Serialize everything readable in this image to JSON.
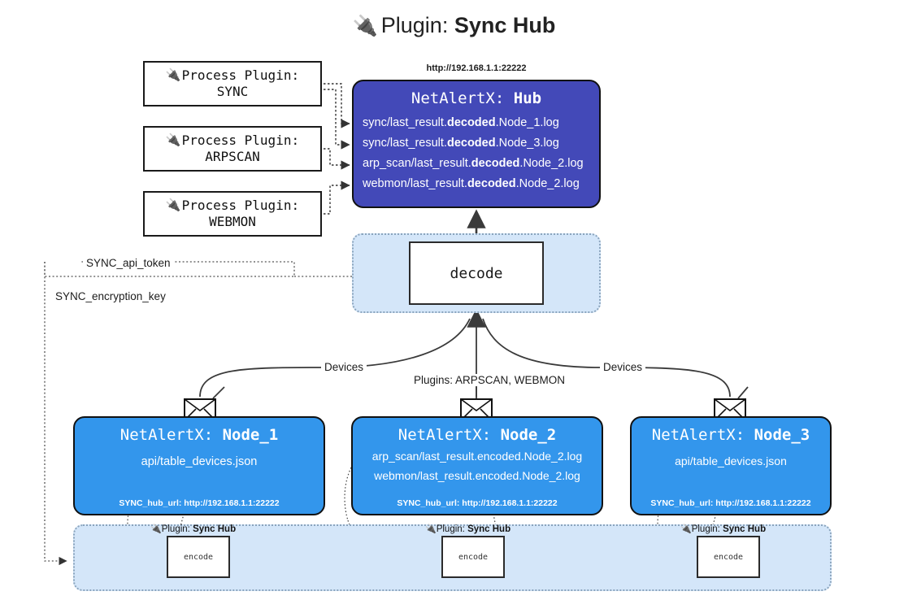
{
  "title": {
    "icon": "plug-icon",
    "prefix": "Plugin: ",
    "name": "Sync Hub"
  },
  "process_plugins": [
    {
      "icon": "plug-icon",
      "header": "Process Plugin:",
      "name": "SYNC"
    },
    {
      "icon": "plug-icon",
      "header": "Process Plugin:",
      "name": "ARPSCAN"
    },
    {
      "icon": "plug-icon",
      "header": "Process Plugin:",
      "name": "WEBMON"
    }
  ],
  "hub": {
    "url": "http://192.168.1.1:22222",
    "title_prefix": "NetAlertX: ",
    "title_name": "Hub",
    "files": [
      {
        "pre": "sync/last_result.",
        "mid": "decoded",
        "post": ".Node_1.log"
      },
      {
        "pre": "sync/last_result.",
        "mid": "decoded",
        "post": ".Node_3.log"
      },
      {
        "pre": "arp_scan/last_result.",
        "mid": "decoded",
        "post": ".Node_2.log"
      },
      {
        "pre": "webmon/last_result.",
        "mid": "decoded",
        "post": ".Node_2.log"
      }
    ]
  },
  "decode": {
    "label": "decode"
  },
  "wire_labels": {
    "api_token": "SYNC_api_token",
    "encryption_key": "SYNC_encryption_key",
    "devices_left": "Devices",
    "devices_right": "Devices",
    "plugins_center": "Plugins: ARPSCAN, WEBMON"
  },
  "nodes": [
    {
      "title_prefix": "NetAlertX: ",
      "title_name": "Node_1",
      "lines": [
        "api/table_devices.json"
      ],
      "footer": "SYNC_hub_url: http://192.168.1.1:22222",
      "envelope_icon": "envelope-icon"
    },
    {
      "title_prefix": "NetAlertX: ",
      "title_name": "Node_2",
      "lines": [
        "arp_scan/last_result.encoded.Node_2.log",
        "webmon/last_result.encoded.Node_2.log"
      ],
      "footer": "SYNC_hub_url: http://192.168.1.1:22222",
      "envelope_icon": "envelope-icon"
    },
    {
      "title_prefix": "NetAlertX: ",
      "title_name": "Node_3",
      "lines": [
        "api/table_devices.json"
      ],
      "footer": "SYNC_hub_url: http://192.168.1.1:22222",
      "envelope_icon": "envelope-icon"
    }
  ],
  "encoders": [
    {
      "icon": "plug-icon",
      "caption_prefix": "Plugin: ",
      "caption_name": "Sync Hub",
      "label": "encode"
    },
    {
      "icon": "plug-icon",
      "caption_prefix": "Plugin: ",
      "caption_name": "Sync Hub",
      "label": "encode"
    },
    {
      "icon": "plug-icon",
      "caption_prefix": "Plugin: ",
      "caption_name": "Sync Hub",
      "label": "encode"
    }
  ],
  "colors": {
    "hub_fill": "#4349b8",
    "node_fill": "#3396ec",
    "band_fill": "#d4e6f9",
    "band_border": "#8aa4bd",
    "stroke": "#333333"
  }
}
